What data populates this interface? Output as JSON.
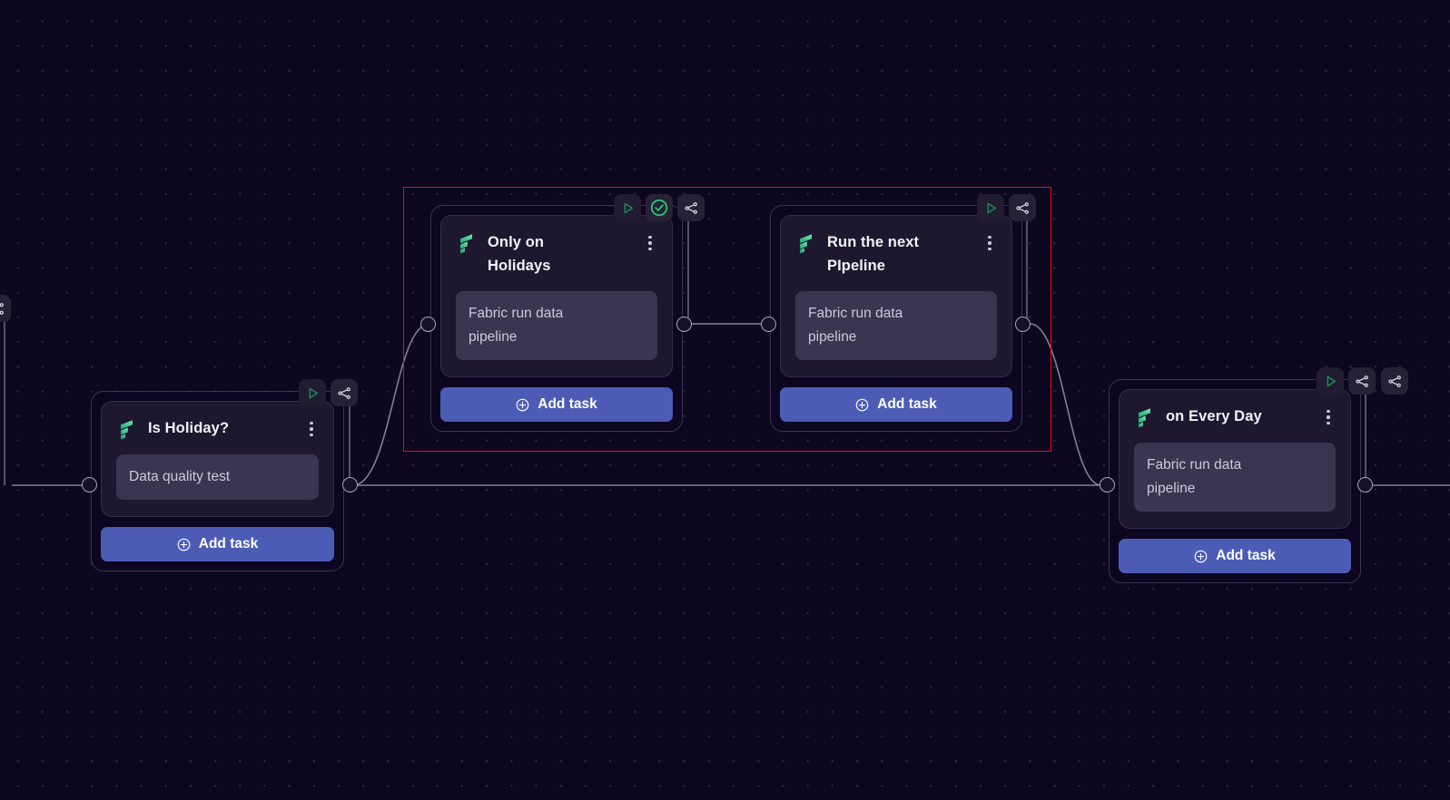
{
  "canvas": {
    "background_color": "#0d0720",
    "grid_dot_color": "#2b2347",
    "selection_color": "#fb0606",
    "accent_button_color": "#4c5cb5",
    "success_color": "#2fcc71",
    "edge_color": "#9a93ad"
  },
  "nodes": [
    {
      "id": "is-holiday",
      "title": "Is Holiday?",
      "task": "Data quality test",
      "add_task_label": "Add task",
      "logo_icon": "fabric-logo-icon",
      "menu_icon": "kebab-menu-icon",
      "toolbar": [
        {
          "icon": "play-icon",
          "state": "idle"
        },
        {
          "icon": "share-branch-icon",
          "state": "idle"
        }
      ]
    },
    {
      "id": "only-on-holidays",
      "title": "Only on\nHolidays",
      "task": "Fabric run data\npipeline",
      "add_task_label": "Add task",
      "logo_icon": "fabric-logo-icon",
      "menu_icon": "kebab-menu-icon",
      "toolbar": [
        {
          "icon": "play-icon",
          "state": "idle"
        },
        {
          "icon": "check-circle-icon",
          "state": "success"
        },
        {
          "icon": "share-branch-icon",
          "state": "idle"
        }
      ]
    },
    {
      "id": "run-the-next-pipeline",
      "title": "Run the next\nPIpeline",
      "task": "Fabric run data\npipeline",
      "add_task_label": "Add task",
      "logo_icon": "fabric-logo-icon",
      "menu_icon": "kebab-menu-icon",
      "toolbar": [
        {
          "icon": "play-icon",
          "state": "idle"
        },
        {
          "icon": "share-branch-icon",
          "state": "idle"
        }
      ]
    },
    {
      "id": "on-every-day",
      "title": "on Every Day",
      "task": "Fabric run data\npipeline",
      "add_task_label": "Add task",
      "logo_icon": "fabric-logo-icon",
      "menu_icon": "kebab-menu-icon",
      "toolbar": [
        {
          "icon": "play-icon",
          "state": "idle"
        },
        {
          "icon": "share-branch-icon",
          "state": "idle"
        }
      ]
    }
  ],
  "offscreen": {
    "left_share_icon": "share-branch-icon",
    "right_share_icon": "share-branch-icon"
  }
}
